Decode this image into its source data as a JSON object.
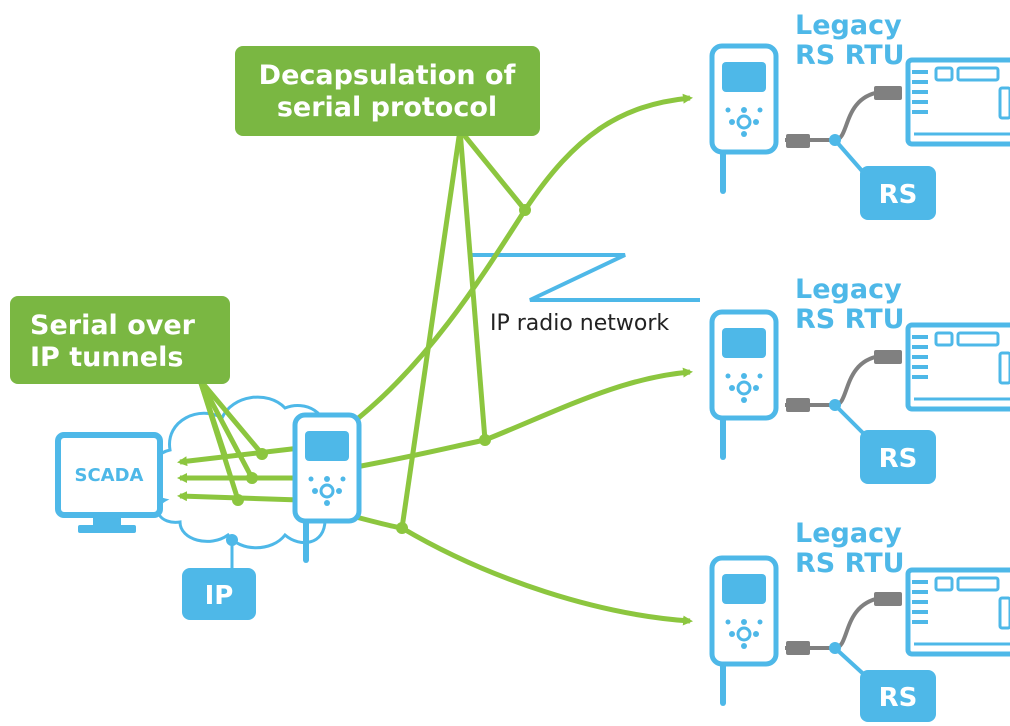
{
  "labels": {
    "decapsulation_line1": "Decapsulation of",
    "decapsulation_line2": "serial protocol",
    "serial_line1": "Serial over",
    "serial_line2": "IP tunnels",
    "ip_radio_network": "IP radio network",
    "scada": "SCADA",
    "ip": "IP"
  },
  "rtus": [
    {
      "title_line1": "Legacy",
      "title_line2": "RS RTU",
      "port": "RS"
    },
    {
      "title_line1": "Legacy",
      "title_line2": "RS RTU",
      "port": "RS"
    },
    {
      "title_line1": "Legacy",
      "title_line2": "RS RTU",
      "port": "RS"
    }
  ],
  "colors": {
    "green": "#8cc63f",
    "green_box": "#7ab742",
    "blue": "#4eb8e8",
    "gray": "#808080",
    "text": "#222222"
  }
}
